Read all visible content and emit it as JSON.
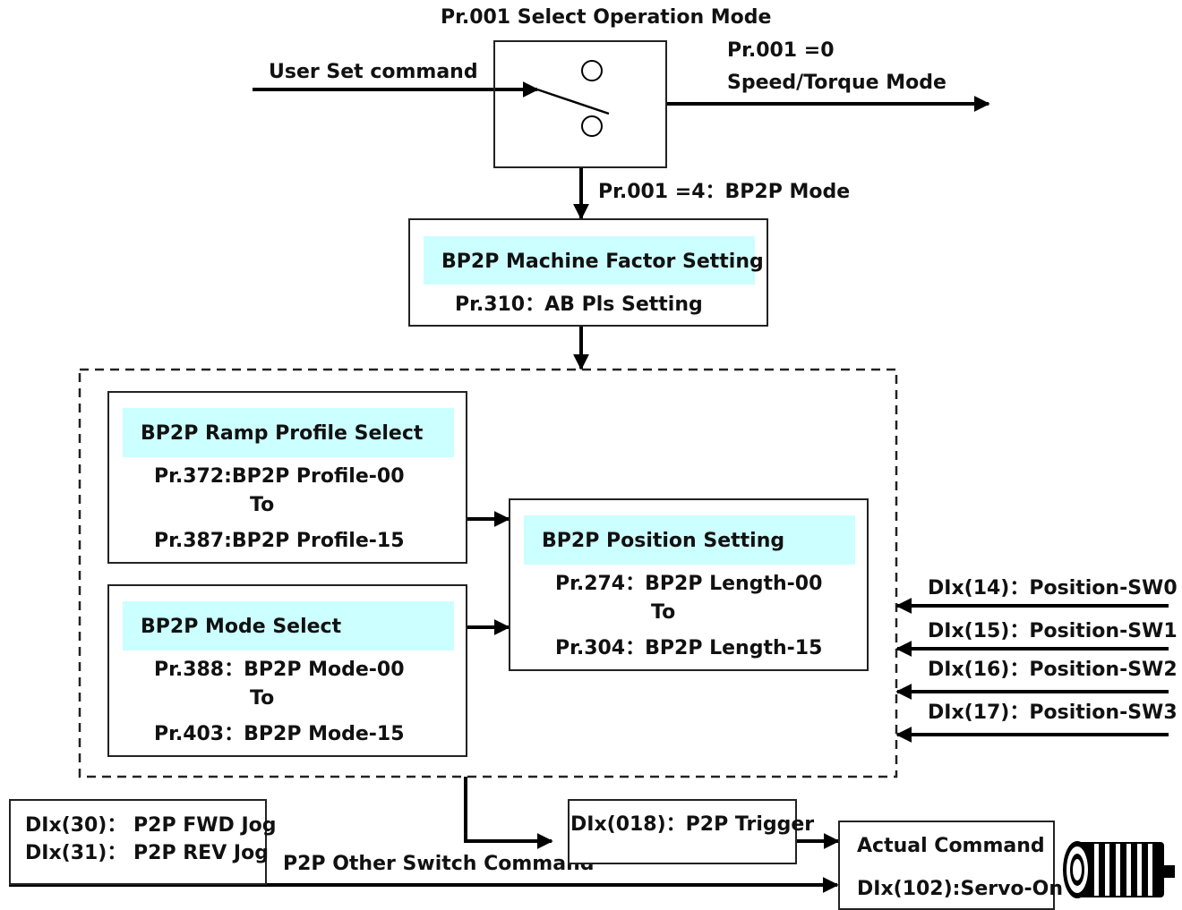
{
  "switch": {
    "title": "Pr.001 Select Operation Mode",
    "input_label": "User Set command",
    "out0_line1": "Pr.001 =0",
    "out0_line2": "Speed/Torque Mode",
    "out4_label": "Pr.001 =4：BP2P Mode"
  },
  "machine_factor": {
    "header": "BP2P Machine Factor Setting",
    "param": "Pr.310：AB Pls Setting"
  },
  "ramp_profile": {
    "header": "BP2P Ramp Profile Select",
    "line1": "Pr.372:BP2P Profile-00",
    "line2": "To",
    "line3": "Pr.387:BP2P Profile-15"
  },
  "mode_select": {
    "header": "BP2P Mode Select",
    "line1": "Pr.388：BP2P Mode-00",
    "line2": "To",
    "line3": "Pr.403：BP2P Mode-15"
  },
  "position_setting": {
    "header": "BP2P Position Setting",
    "line1": "Pr.274：BP2P Length-00",
    "line2": "To",
    "line3": "Pr.304：BP2P Length-15"
  },
  "position_switches": [
    "DIx(14)：Position-SW0",
    "DIx(15)：Position-SW1",
    "DIx(16)：Position-SW2",
    "DIx(17)：Position-SW3"
  ],
  "jog": {
    "line1": "DIx(30)： P2P FWD Jog",
    "line2": "DIx(31)：  P2P REV Jog"
  },
  "other_switch_label": "P2P Other Switch Command",
  "trigger": "DIx(018)：P2P Trigger",
  "actual": {
    "line1": "Actual Command",
    "line2": "DIx(102):Servo-On"
  },
  "icons": [
    "motor-icon",
    "switch-icon"
  ]
}
